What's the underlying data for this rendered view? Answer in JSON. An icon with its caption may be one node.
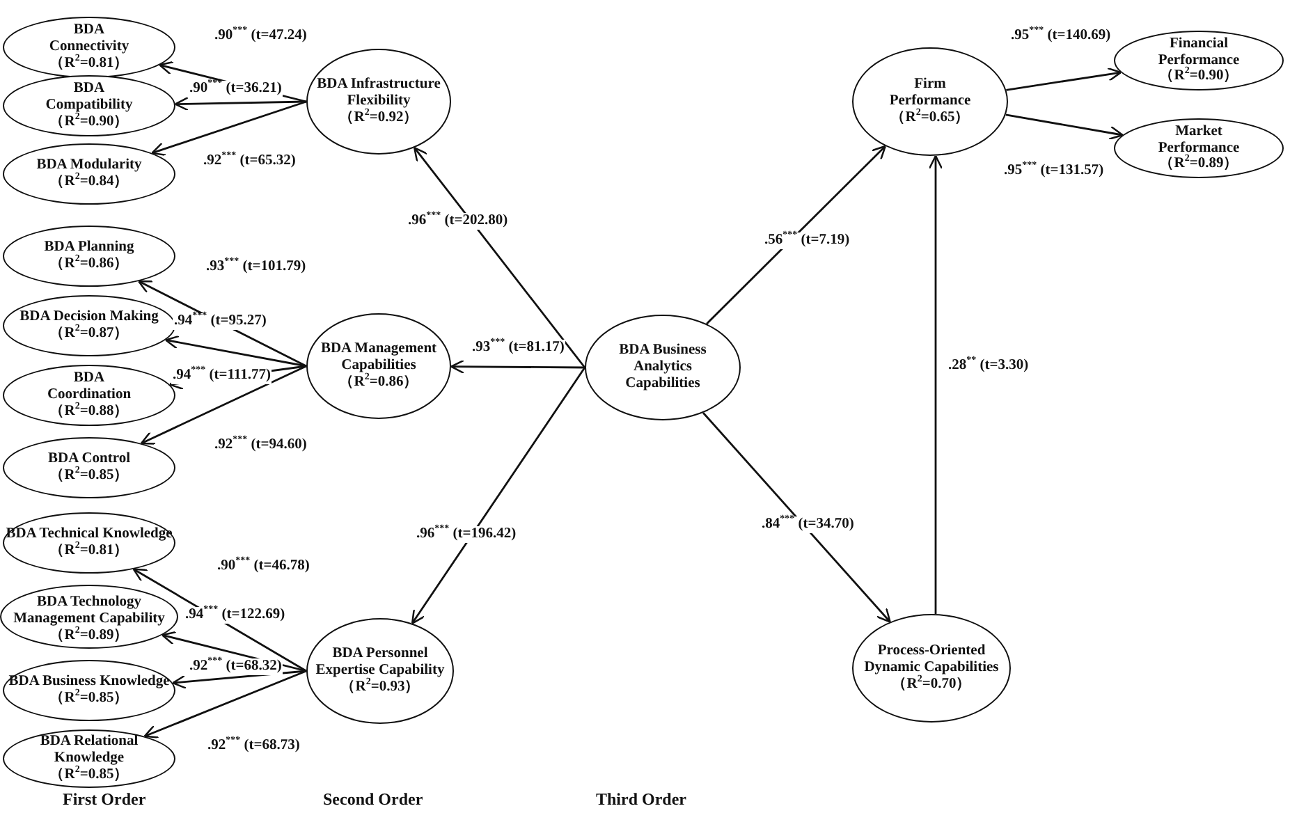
{
  "diagram": {
    "nodes": [
      {
        "text": [
          "BDA Connectivity",
          "（R$^{2}$=0.81）"
        ]
      },
      {
        "text": [
          "BDA Compatibility",
          "（R$^{2}$=0.90）"
        ]
      },
      {
        "text": [
          "BDA Modularity",
          "（R$^{2}$=0.84）"
        ]
      },
      {
        "text": [
          "BDA Planning",
          "（R$^{2}$=0.86）"
        ]
      },
      {
        "text": [
          "BDA Decision Making",
          "（R$^{2}$=0.87）"
        ]
      },
      {
        "text": [
          "BDA Coordination",
          "（R$^{2}$=0.88）"
        ]
      },
      {
        "text": [
          "BDA Control",
          "（R$^{2}$=0.85）"
        ]
      },
      {
        "text": [
          "BDA Technical Knowledge",
          "（R$^{2}$=0.81）"
        ]
      },
      {
        "text": [
          "BDA Technology Management Capability",
          "（R$^{2}$=0.89）"
        ]
      },
      {
        "text": [
          "BDA Business Knowledge",
          "（R$^{2}$=0.85）"
        ]
      },
      {
        "text": [
          "BDA Relational Knowledge",
          "（R$^{2}$=0.85）"
        ]
      },
      {
        "text": [
          "BDA Infrastructure Flexibility",
          "（R$^{2}$=0.92）"
        ]
      },
      {
        "text": [
          "BDA Management Capabilities",
          "（R$^{2}$=0.86）"
        ]
      },
      {
        "text": [
          "BDA Personnel Expertise Capability",
          "（R$^{2}$=0.93）"
        ]
      },
      {
        "text": [
          "BDA Business Analytics Capabilities"
        ]
      },
      {
        "text": [
          "Firm Performance",
          "（R$^{2}$=0.65）"
        ]
      },
      {
        "text": [
          "Financial Performance",
          "（R$^{2}$=0.90）"
        ]
      },
      {
        "text": [
          "Market Performance",
          "（R$^{2}$=0.89）"
        ]
      },
      {
        "text": [
          "Process-Oriented Dynamic Capabilities",
          "（R$^{2}$=0.70）"
        ]
      }
    ],
    "edges": [
      {
        "from": 11,
        "to": 0,
        "arrow": "to",
        "label": ".90$^{***}$ (t=47.24)"
      },
      {
        "from": 11,
        "to": 1,
        "arrow": "to",
        "label": ".90$^{***}$ (t=36.21)"
      },
      {
        "from": 11,
        "to": 2,
        "arrow": "to",
        "label": ".92$^{***}$ (t=65.32)"
      },
      {
        "from": 12,
        "to": 3,
        "arrow": "to",
        "label": ".93$^{***}$ (t=101.79)"
      },
      {
        "from": 12,
        "to": 4,
        "arrow": "to",
        "label": ".94$^{***}$ (t=95.27)"
      },
      {
        "from": 12,
        "to": 5,
        "arrow": "to",
        "label": ".94$^{***}$ (t=111.77)"
      },
      {
        "from": 12,
        "to": 6,
        "arrow": "to",
        "label": ".92$^{***}$ (t=94.60)"
      },
      {
        "from": 13,
        "to": 7,
        "arrow": "to",
        "label": ".90$^{***}$ (t=46.78)"
      },
      {
        "from": 13,
        "to": 8,
        "arrow": "to",
        "label": ".94$^{***}$ (t=122.69)"
      },
      {
        "from": 13,
        "to": 9,
        "arrow": "to",
        "label": ".92$^{***}$ (t=68.32)"
      },
      {
        "from": 13,
        "to": 10,
        "arrow": "to",
        "label": ".92$^{***}$ (t=68.73)"
      },
      {
        "from": 14,
        "to": 11,
        "arrow": "to",
        "label": ".96$^{***}$ (t=202.80)"
      },
      {
        "from": 14,
        "to": 12,
        "arrow": "to",
        "label": ".93$^{***}$ (t=81.17)"
      },
      {
        "from": 14,
        "to": 13,
        "arrow": "to",
        "label": ".96$^{***}$ (t=196.42)"
      },
      {
        "from": 14,
        "to": 15,
        "arrow": "to",
        "label": ".56$^{***}$ (t=7.19)"
      },
      {
        "from": 14,
        "to": 18,
        "arrow": "to",
        "label": ".84$^{***}$ (t=34.70)"
      },
      {
        "from": 18,
        "to": 15,
        "arrow": "to",
        "label": ".28$^{**}$ (t=3.30)"
      },
      {
        "from": 15,
        "to": 16,
        "arrow": "to",
        "label": ".95$^{***}$ (t=140.69)"
      },
      {
        "from": 15,
        "to": 17,
        "arrow": "to",
        "label": ".95$^{***}$ (t=131.57)"
      }
    ],
    "labels": [
      "First Order",
      "Second Order",
      "Third Order"
    ]
  }
}
